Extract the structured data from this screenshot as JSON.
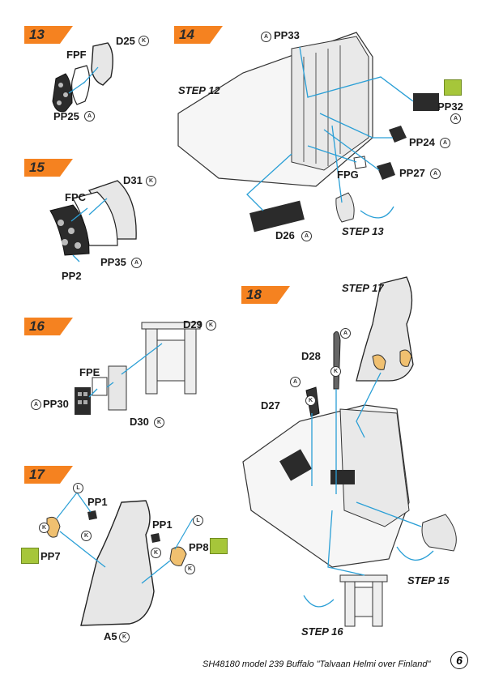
{
  "footer": {
    "caption": "SH48180 model 239 Buffalo \"Talvaan Helmi over Finland\"",
    "page_number": "6"
  },
  "colors": {
    "flag": "#f58220",
    "leader": "#2a9fd6",
    "pen_bg": "#a6c63a",
    "seat_gray": "#e7e7e7",
    "belt": "#f0c070"
  },
  "steps": {
    "s13": {
      "number": "13",
      "labels": {
        "fpf": "FPF",
        "d25": "D25",
        "pp25": "PP25"
      }
    },
    "s14": {
      "number": "14",
      "labels": {
        "pp33": "PP33",
        "pp32": "PP32",
        "pp24": "PP24",
        "pp27": "PP27",
        "fpg": "FPG",
        "d26": "D26"
      },
      "refs": {
        "step12": "STEP 12",
        "step13": "STEP 13"
      }
    },
    "s15": {
      "number": "15",
      "labels": {
        "d31": "D31",
        "fpc": "FPC",
        "pp35": "PP35",
        "pp2": "PP2"
      }
    },
    "s16": {
      "number": "16",
      "labels": {
        "d29": "D29",
        "fpe": "FPE",
        "pp30": "PP30",
        "d30": "D30"
      }
    },
    "s17": {
      "number": "17",
      "labels": {
        "pp1a": "PP1",
        "pp7": "PP7",
        "pp1b": "PP1",
        "pp8": "PP8",
        "a5": "A5"
      }
    },
    "s18": {
      "number": "18",
      "labels": {
        "d28": "D28",
        "d27": "D27"
      },
      "refs": {
        "step17": "STEP 17",
        "step15": "STEP 15",
        "step16": "STEP 16"
      }
    }
  },
  "badges": {
    "k": "K",
    "a": "A",
    "l": "L"
  },
  "icons": {
    "badge_k": "k-badge-icon",
    "badge_a": "a-badge-icon",
    "badge_l": "l-badge-icon",
    "pen": "pen-icon",
    "rotate": "rotate-arrow-icon"
  }
}
